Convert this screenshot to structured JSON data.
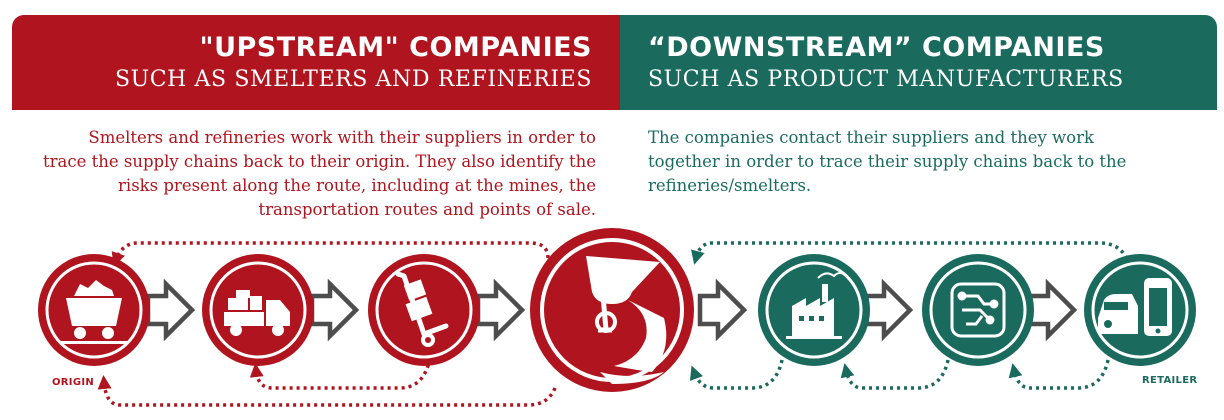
{
  "colors": {
    "upstream": "#b0141e",
    "downstream": "#1a6b5e",
    "arrow": "#4d4d4d"
  },
  "upstream": {
    "title": "\"UPSTREAM\" COMPANIES",
    "subtitle": "SUCH AS SMELTERS AND REFINERIES",
    "description": "Smelters and refineries work with their suppliers in order to trace the supply chains back to their origin. They also identify the risks present along the route, including at the mines, the transportation routes and points of sale."
  },
  "downstream": {
    "title": "“DOWNSTREAM” COMPANIES",
    "subtitle": "SUCH AS PRODUCT MANUFACTURERS",
    "description": "The companies contact their suppliers and they work together in order to trace their supply chains back to the refineries/smelters."
  },
  "labels": {
    "origin": "ORIGIN",
    "retailer": "RETAILER"
  },
  "stages": [
    {
      "name": "mine-cart",
      "icon": "mine-cart-icon"
    },
    {
      "name": "truck",
      "icon": "truck-icon"
    },
    {
      "name": "hand-truck",
      "icon": "hand-truck-icon"
    },
    {
      "name": "smelter",
      "icon": "smelter-ladle-icon"
    },
    {
      "name": "factory",
      "icon": "factory-icon"
    },
    {
      "name": "circuit",
      "icon": "circuit-chip-icon"
    },
    {
      "name": "retail",
      "icon": "car-phone-icon"
    }
  ]
}
